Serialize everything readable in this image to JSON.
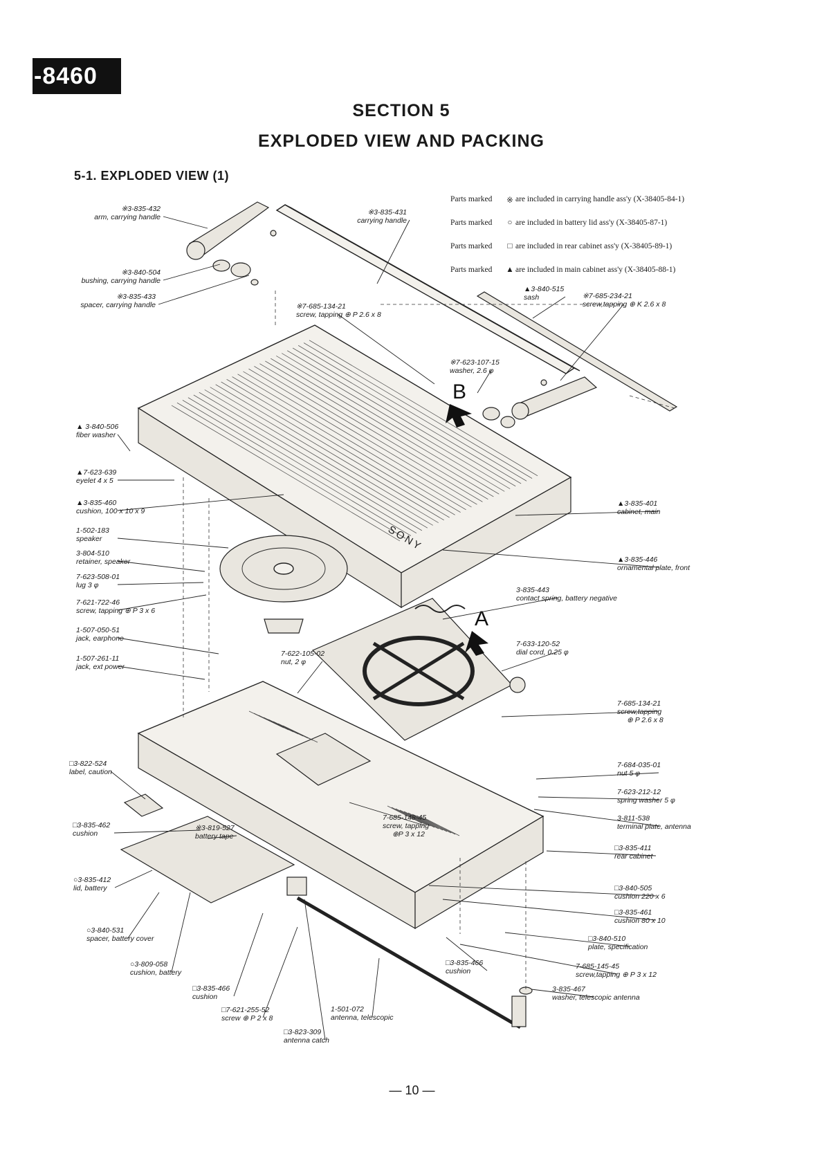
{
  "model_tag": "-8460",
  "section": {
    "number": "SECTION 5",
    "title": "EXPLODED VIEW AND PACKING"
  },
  "subsection": "5-1.  EXPLODED VIEW (1)",
  "legend": [
    {
      "prefix": "Parts marked",
      "symbol": "※",
      "text": "are included in carrying handle ass'y (X-38405-84-1)"
    },
    {
      "prefix": "Parts marked",
      "symbol": "○",
      "text": "are included in battery lid ass'y (X-38405-87-1)"
    },
    {
      "prefix": "Parts marked",
      "symbol": "□",
      "text": "are included in rear cabinet ass'y (X-38405-89-1)"
    },
    {
      "prefix": "Parts marked",
      "symbol": "▲",
      "text": "are included in main cabinet ass'y (X-38405-88-1)"
    }
  ],
  "callouts": {
    "a": "A",
    "b": "B"
  },
  "brand_mark": "SONY",
  "parts": [
    {
      "id": "p1",
      "no": "※3-835-432",
      "desc": "arm, carrying handle"
    },
    {
      "id": "p2",
      "no": "※3-835-431",
      "desc": "carrying handle"
    },
    {
      "id": "p3",
      "no": "※3-840-504",
      "desc": "bushing, carrying handle"
    },
    {
      "id": "p4",
      "no": "※3-835-433",
      "desc": "spacer, carrying handle"
    },
    {
      "id": "p5",
      "no": "※7-685-134-21",
      "desc": "screw, tapping ⊕ P 2.6 x 8"
    },
    {
      "id": "p6",
      "no": "▲3-840-515",
      "desc": "sash"
    },
    {
      "id": "p7",
      "no": "※7-685-234-21",
      "desc": "screw,tapping ⊕ K 2.6 x 8"
    },
    {
      "id": "p8",
      "no": "※7-623-107-15",
      "desc": "washer, 2.6 φ"
    },
    {
      "id": "p9",
      "no": "▲ 3-840-506",
      "desc": "fiber washer"
    },
    {
      "id": "p10",
      "no": "▲7-623-639",
      "desc": "eyelet 4 x 5"
    },
    {
      "id": "p11",
      "no": "▲3-835-460",
      "desc": "cushion, 100 x 10 x 9"
    },
    {
      "id": "p12",
      "no": "▲3-835-401",
      "desc": "cabinet, main"
    },
    {
      "id": "p13",
      "no": "1-502-183",
      "desc": "speaker"
    },
    {
      "id": "p14",
      "no": "3-804-510",
      "desc": "retainer, speaker"
    },
    {
      "id": "p15",
      "no": "▲3-835-446",
      "desc": "ornamental plate, front"
    },
    {
      "id": "p16",
      "no": "7-623-508-01",
      "desc": "lug 3 φ"
    },
    {
      "id": "p17",
      "no": "7-621-722-46",
      "desc": "screw, tapping ⊕ P 3 x 6"
    },
    {
      "id": "p18",
      "no": "3-835-443",
      "desc": "contact spring, battery negative"
    },
    {
      "id": "p19",
      "no": "1-507-050-51",
      "desc": "jack, earphone"
    },
    {
      "id": "p20",
      "no": "7-622-105-02",
      "desc": "nut, 2 φ"
    },
    {
      "id": "p21",
      "no": "7-633-120-52",
      "desc": "dial cord, 0.25 φ"
    },
    {
      "id": "p22",
      "no": "1-507-261-11",
      "desc": "jack, ext power"
    },
    {
      "id": "p23",
      "no": "7-685-134-21",
      "desc": "screw,tapping",
      "desc2": "⊕ P 2.6 x 8"
    },
    {
      "id": "p24",
      "no": "□3-822-524",
      "desc": "label, caution"
    },
    {
      "id": "p25",
      "no": "7-684-035-01",
      "desc": "nut 5 φ"
    },
    {
      "id": "p26",
      "no": "7-623-212-12",
      "desc": "spring washer 5 φ"
    },
    {
      "id": "p27",
      "no": "3-811-538",
      "desc": "terminal plate, antenna"
    },
    {
      "id": "p28",
      "no": "□3-835-462",
      "desc": "cushion"
    },
    {
      "id": "p29",
      "no": "※3-819-527",
      "desc": "battery tape"
    },
    {
      "id": "p30",
      "no": "7-685-148-45",
      "desc": "screw, tapping",
      "desc2": "⊕P 3 x 12"
    },
    {
      "id": "p31",
      "no": "□3-835-411",
      "desc": "rear cabinet"
    },
    {
      "id": "p32",
      "no": "○3-835-412",
      "desc": "lid, battery"
    },
    {
      "id": "p33",
      "no": "□3-840-505",
      "desc": "cushion 220 x 6"
    },
    {
      "id": "p34",
      "no": "□3-835-461",
      "desc": "cushion 80 x 10"
    },
    {
      "id": "p35",
      "no": "○3-840-531",
      "desc": "spacer, battery cover"
    },
    {
      "id": "p36",
      "no": "□3-840-510",
      "desc": "plate, specification"
    },
    {
      "id": "p37",
      "no": "○3-809-058",
      "desc": "cushion, battery"
    },
    {
      "id": "p38",
      "no": "□3-835-466",
      "desc": "cushion"
    },
    {
      "id": "p39",
      "no": "7-685-145-45",
      "desc": "screw,tapping ⊕ P 3 x 12"
    },
    {
      "id": "p40",
      "no": "□3-835-466",
      "desc": "cushion"
    },
    {
      "id": "p41",
      "no": "3-835-467",
      "desc": "washer, telescopic antenna"
    },
    {
      "id": "p42",
      "no": "□7-621-255-52",
      "desc": "screw ⊕ P 2 x 8"
    },
    {
      "id": "p43",
      "no": "1-501-072",
      "desc": "antenna, telescopic"
    },
    {
      "id": "p44",
      "no": "□3-823-309",
      "desc": "antenna catch"
    }
  ],
  "page_number": "— 10 —"
}
